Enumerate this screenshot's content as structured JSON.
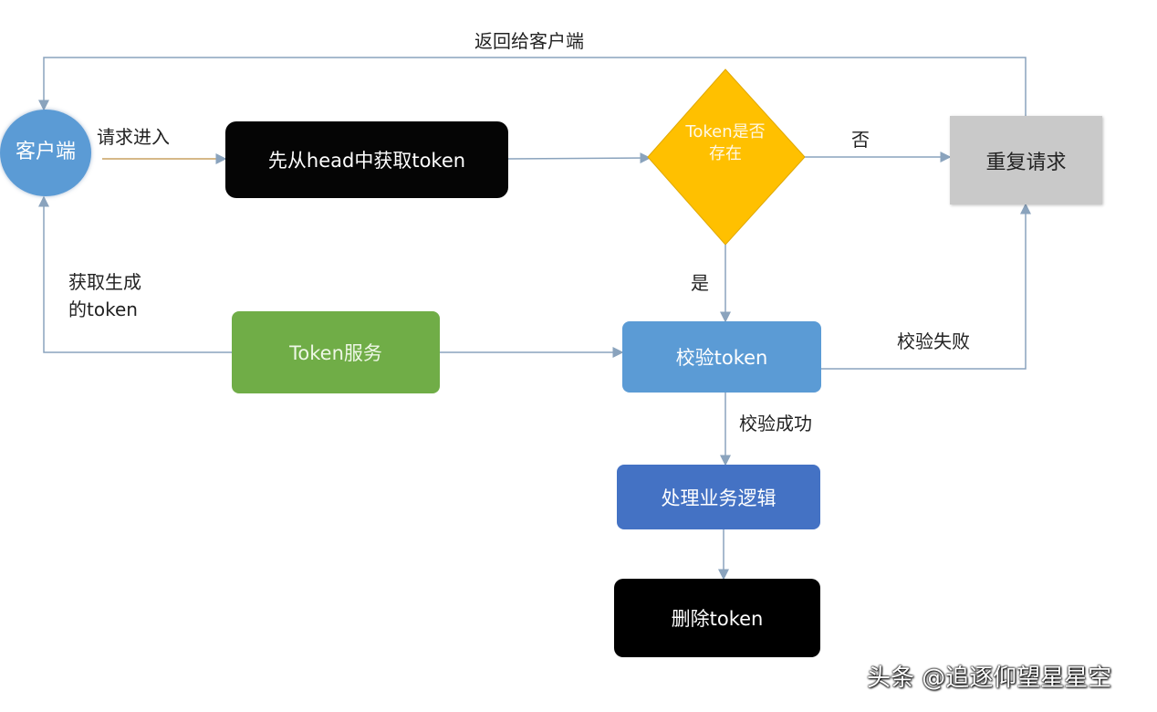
{
  "nodes": {
    "client": "客户端",
    "get_token_from_head": "先从head中获取token",
    "token_exists": "Token是否存在",
    "retry_request": "重复请求",
    "token_service": "Token服务",
    "verify_token": "校验token",
    "handle_business": "处理业务逻辑",
    "delete_token": "删除token"
  },
  "edges": {
    "return_to_client": "返回给客户端",
    "request_in": "请求进入",
    "no": "否",
    "yes": "是",
    "get_generated_token_line1": "获取生成",
    "get_generated_token_line2": "的token",
    "verify_failed": "校验失败",
    "verify_success": "校验成功"
  },
  "colors": {
    "client": "#5b9bd5",
    "decision": "#ffc000",
    "retry": "#c9c9c9",
    "token_service": "#70ad47",
    "verify": "#5b9bd5",
    "business": "#4472c4",
    "dark_box": "#000000",
    "connector": "#8aa3bd"
  },
  "watermark": "头条 @追逐仰望星星空"
}
